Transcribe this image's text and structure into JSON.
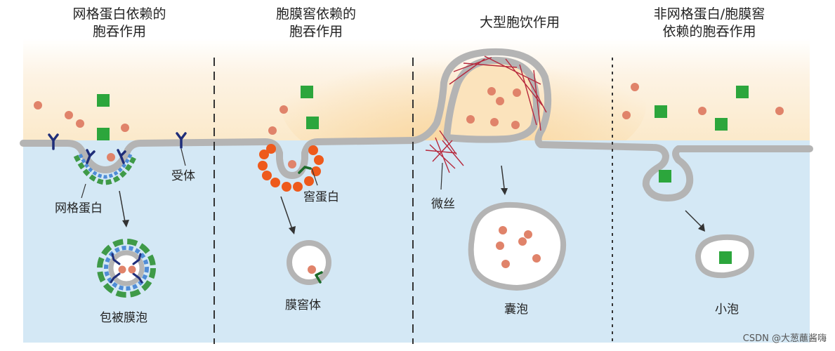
{
  "panels": [
    {
      "title_line1": "网格蛋白依赖的",
      "title_line2": "胞吞作用",
      "vesicle_label": "包被膜泡"
    },
    {
      "title_line1": "胞膜窖依赖的",
      "title_line2": "胞吞作用",
      "vesicle_label": "膜窖体"
    },
    {
      "title_line1": "大型胞饮作用",
      "title_line2": "",
      "vesicle_label": "囊泡"
    },
    {
      "title_line1": "非网格蛋白/胞膜窖",
      "title_line2": "依赖的胞吞作用",
      "vesicle_label": "小泡"
    }
  ],
  "labels": {
    "clathrin": "网格蛋白",
    "receptor": "受体",
    "caveolin": "窖蛋白",
    "microfilament": "微丝"
  },
  "watermark": "CSDN @大葱蘸酱嗨",
  "colors": {
    "extracellular": "#fdf6ea",
    "extracellular_glow": "#f9dcaa",
    "cytoplasm": "#d4e8f5",
    "membrane": "#b4b4b4",
    "particle_dot": "#e0836a",
    "particle_square": "#2ca63c",
    "receptor": "#1f2e7a",
    "clathrin_coat": "#3f9a48",
    "clathrin_inner": "#4f8cd6",
    "caveolin": "#ee5a1c",
    "caveolin_anchor": "#1c6b2a",
    "actin": "#b6283c"
  }
}
